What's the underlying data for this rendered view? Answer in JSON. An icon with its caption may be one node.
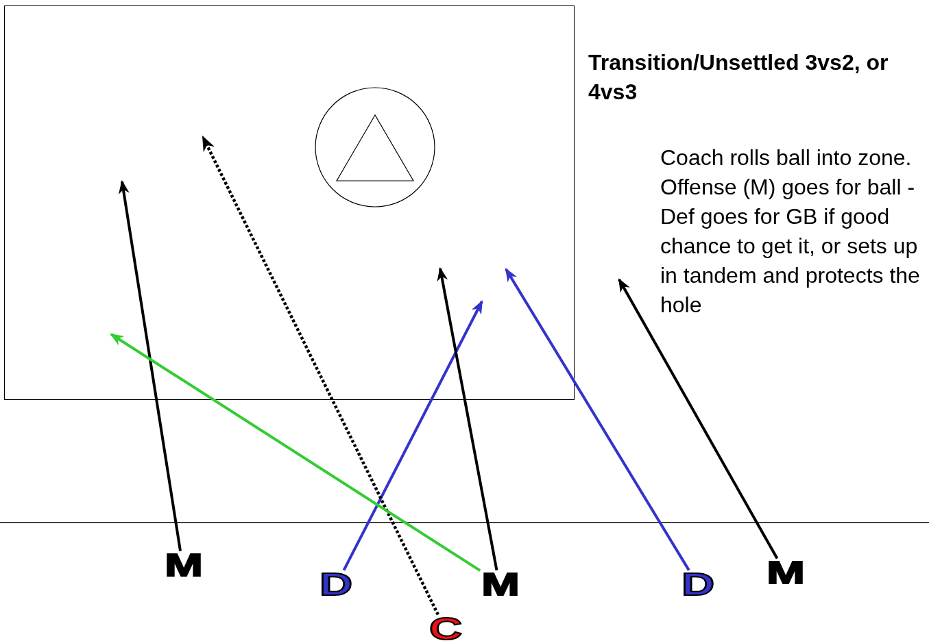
{
  "diagram": {
    "title": "Transition/Unsettled 3vs2, or 4vs3",
    "nodes": [
      {
        "text": [],
        "shape": "box"
      },
      {
        "text": [],
        "shape": "circle",
        "in": 0
      },
      {
        "text": [
          "M"
        ]
      },
      {
        "text": [
          "D"
        ]
      },
      {
        "text": [
          "M"
        ]
      },
      {
        "text": [
          "D"
        ]
      },
      {
        "text": [
          "M"
        ]
      },
      {
        "text": [
          "C"
        ]
      }
    ],
    "edges": [
      {
        "from": 2,
        "to": null,
        "arrow": "to"
      },
      {
        "from": 3,
        "to": null,
        "arrow": "to",
        "color": "#3333cc"
      },
      {
        "from": 7,
        "to": null,
        "arrow": "to",
        "style": "dashed"
      },
      {
        "from": 4,
        "to": null,
        "arrow": "to"
      },
      {
        "from": 4,
        "to": null,
        "arrow": "to",
        "color": "#33cc33"
      },
      {
        "from": 5,
        "to": null,
        "arrow": "to",
        "color": "#3333cc"
      },
      {
        "from": 6,
        "to": null,
        "arrow": "to"
      }
    ],
    "labels": [
      "Coach rolls ball into zone.  Offense (M) goes for ball - Def goes for GB if good chance to get it, or sets up in tandem and protects the hole"
    ]
  }
}
